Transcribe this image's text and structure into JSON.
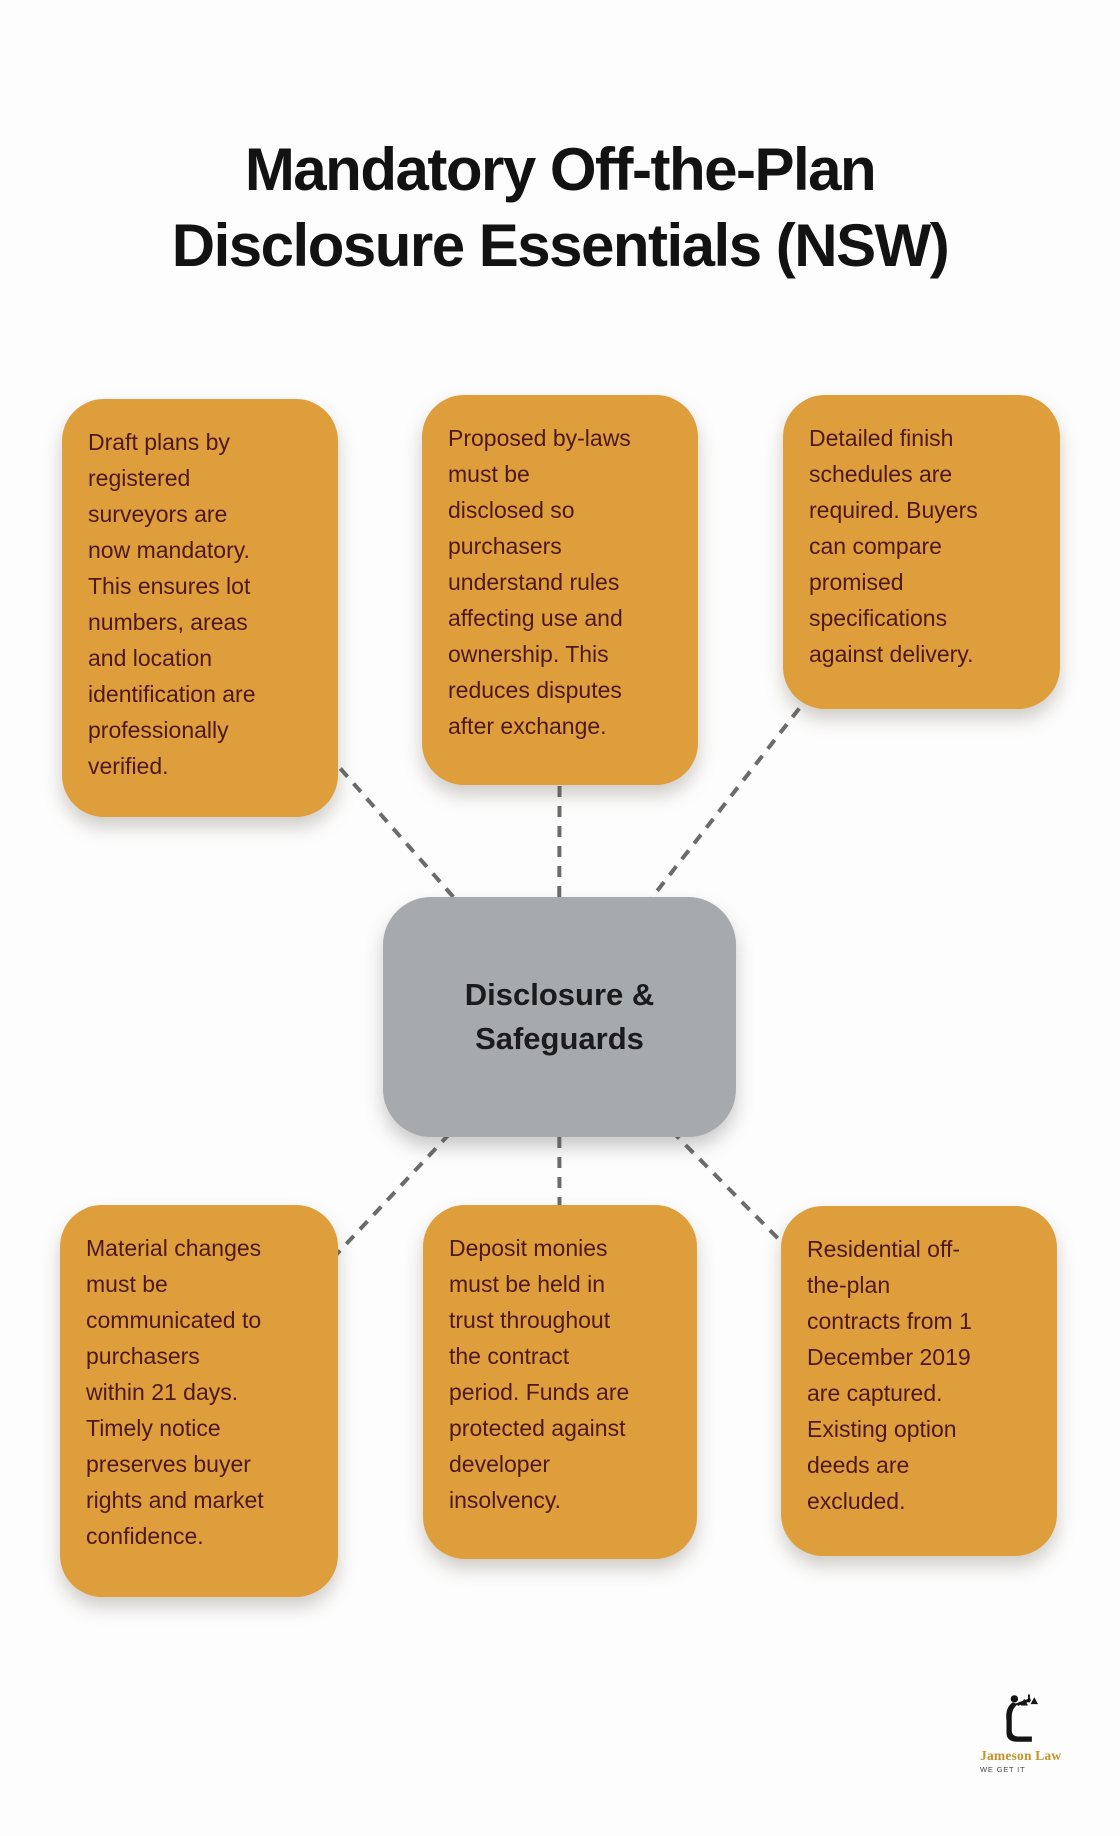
{
  "title": {
    "line1": "Mandatory Off-the-Plan",
    "line2": "Disclosure Essentials (NSW)"
  },
  "center": {
    "label": "Disclosure &\nSafeguards"
  },
  "cards": [
    {
      "id": "draft-plans",
      "text": "Draft plans by\nregistered\nsurveyors are\nnow mandatory.\nThis ensures lot\nnumbers, areas\nand location\nidentification are\nprofessionally\nverified."
    },
    {
      "id": "proposed-by-laws",
      "text": "Proposed by-laws\nmust be\ndisclosed so\npurchasers\nunderstand rules\naffecting use and\nownership. This\nreduces disputes\nafter exchange."
    },
    {
      "id": "finish-schedules",
      "text": "Detailed finish\nschedules are\nrequired. Buyers\ncan compare\npromised\nspecifications\nagainst delivery."
    },
    {
      "id": "material-changes",
      "text": "Material changes\nmust be\ncommunicated to\npurchasers\nwithin 21 days.\nTimely notice\npreserves buyer\nrights and market\nconfidence."
    },
    {
      "id": "deposit-monies",
      "text": "Deposit monies\nmust be held in\ntrust throughout\nthe contract\nperiod. Funds are\nprotected against\ndeveloper\ninsolvency."
    },
    {
      "id": "residential-contracts",
      "text": "Residential off-\nthe-plan\ncontracts from 1\nDecember 2019\nare captured.\nExisting option\ndeeds are\nexcluded."
    }
  ],
  "logo": {
    "name": "Jameson Law",
    "tagline": "WE GET IT"
  },
  "colors": {
    "card_background": "#de9e3c",
    "card_text": "#4e191e",
    "center_background": "#a6aaad",
    "center_text": "#1b1b1d",
    "connector": "#6b6b6b",
    "title_text": "#121212",
    "logo_gold": "#c8922b",
    "page_background": "#fdfdfd"
  }
}
